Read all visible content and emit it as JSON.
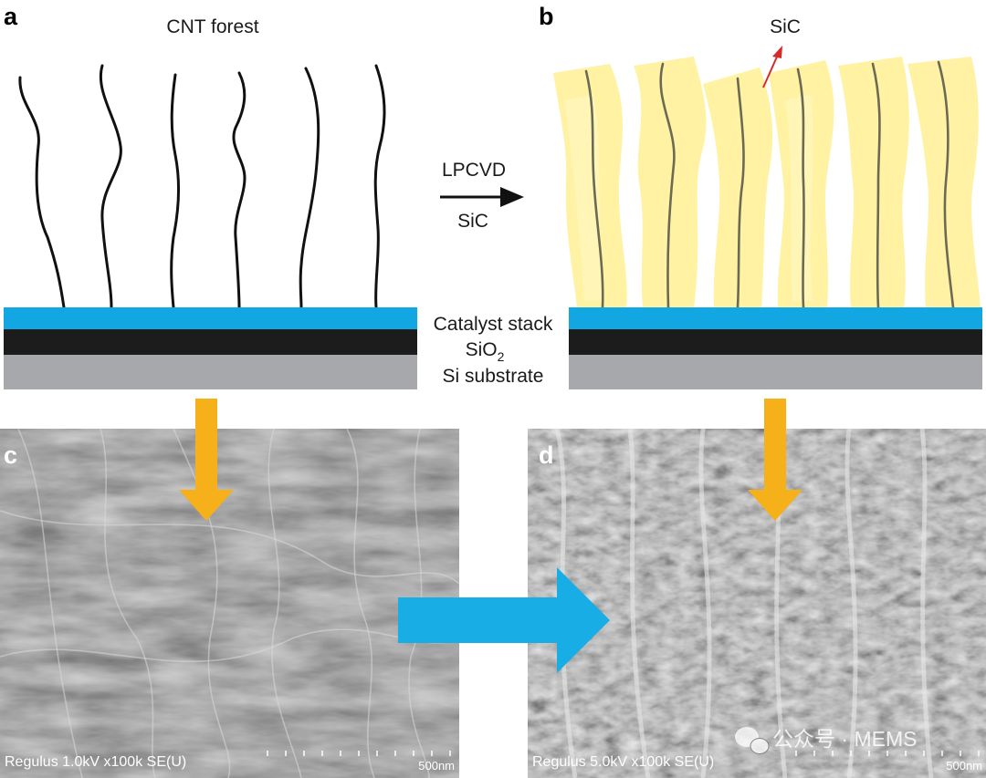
{
  "panels": {
    "a": {
      "letter": "a",
      "title": "CNT forest"
    },
    "b": {
      "letter": "b",
      "sic_label": "SiC"
    },
    "c": {
      "letter": "c",
      "sem_info": "Regulus 1.0kV x100k SE(U)",
      "scale_label": "500nm"
    },
    "d": {
      "letter": "d",
      "sem_info": "Regulus 5.0kV x100k SE(U)",
      "scale_label": "500nm"
    }
  },
  "process": {
    "method": "LPCVD",
    "material": "SiC"
  },
  "layers": {
    "catalyst": "Catalyst stack",
    "sio2_base": "SiO",
    "sio2_sub": "2",
    "substrate": "Si substrate"
  },
  "watermark": "公众号 · MEMS",
  "colors": {
    "catalyst": "#12a6e2",
    "oxide": "#1c1c1c",
    "silicon": "#a7a8ab",
    "sic_coating": "#fff19a",
    "down_arrow": "#f5b01a",
    "flow_arrow": "#18aee5",
    "sic_pointer": "#d62a2a"
  },
  "icons": {
    "watermark_icon": "wechat-icon"
  }
}
